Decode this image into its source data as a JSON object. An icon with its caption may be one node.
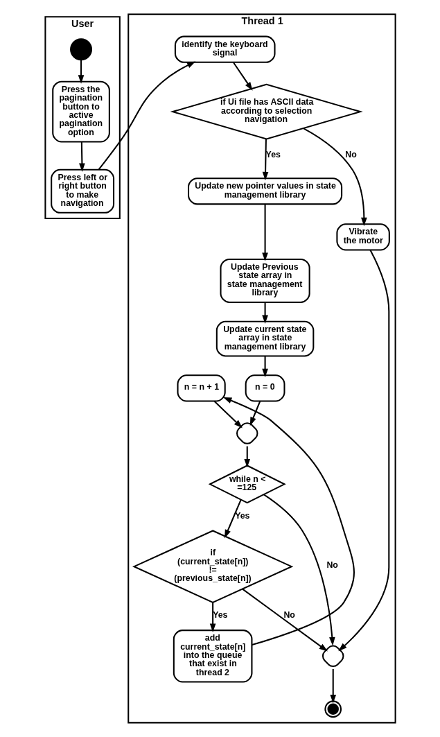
{
  "diagram": {
    "nodes": [
      {
        "text": [
          "User"
        ]
      },
      {
        "text": [
          "Thread 1"
        ]
      },
      {
        "text": [],
        "shape": "circle",
        "in": 0
      },
      {
        "text": [
          "Press the pagination button to active pagination option"
        ],
        "in": 0
      },
      {
        "text": [
          "Press left or right button to make navigation"
        ],
        "in": 0
      },
      {
        "text": [
          "identify the keyboard signal"
        ],
        "in": 1
      },
      {
        "text": [
          "if Ui file has ASCII data according to selection navigation"
        ],
        "in": 1
      },
      {
        "text": [
          "Update new pointer values in state management library"
        ],
        "in": 1
      },
      {
        "text": [
          "Update Previous state array in state management library"
        ],
        "in": 1
      },
      {
        "text": [
          "Update current state array in state management library"
        ],
        "in": 1
      },
      {
        "text": [
          "n = 0"
        ],
        "in": 1
      },
      {
        "text": [
          "Vibrate the motor"
        ],
        "in": 1
      },
      {
        "text": [],
        "shape": "diamond",
        "in": 1
      },
      {
        "text": [
          "n = n + 1"
        ],
        "in": 1
      },
      {
        "text": [
          "while n < =125"
        ],
        "in": 1
      },
      {
        "text": [
          "if (current_state[n]) != (previous_state[n])"
        ],
        "in": 1
      },
      {
        "text": [
          "add current_state[n] into the queue that exist in thread 2"
        ],
        "in": 1
      },
      {
        "text": [],
        "shape": "diamond",
        "in": 1
      },
      {
        "text": [],
        "shape": "circle",
        "in": 1
      }
    ],
    "edges": [
      {
        "from": 2,
        "to": 3,
        "arrow": "to"
      },
      {
        "from": 3,
        "to": 4,
        "arrow": "to"
      },
      {
        "from": 4,
        "to": 5,
        "arrow": "to"
      },
      {
        "from": 5,
        "to": 6,
        "arrow": "to"
      },
      {
        "from": 6,
        "to": 11,
        "arrow": "to",
        "label": "No"
      },
      {
        "from": 6,
        "to": 7,
        "arrow": "to",
        "label": "Yes"
      },
      {
        "from": 7,
        "to": 8,
        "arrow": "to"
      },
      {
        "from": 8,
        "to": 9,
        "arrow": "to"
      },
      {
        "from": 9,
        "to": 10,
        "arrow": "to"
      },
      {
        "from": 10,
        "to": 12,
        "arrow": "to"
      },
      {
        "from": 13,
        "to": 12,
        "arrow": "to"
      },
      {
        "from": 12,
        "to": 14,
        "arrow": "to"
      },
      {
        "from": 14,
        "to": 17,
        "arrow": "to",
        "label": "No"
      },
      {
        "from": 14,
        "to": 15,
        "arrow": "to",
        "label": "Yes"
      },
      {
        "from": 15,
        "to": 16,
        "arrow": "to",
        "label": "Yes"
      },
      {
        "from": 15,
        "to": 17,
        "arrow": "to",
        "label": "No"
      },
      {
        "from": 16,
        "to": 13,
        "arrow": "to"
      },
      {
        "from": 11,
        "to": 17,
        "arrow": "to"
      },
      {
        "from": 17,
        "to": 18,
        "arrow": "to"
      }
    ]
  }
}
